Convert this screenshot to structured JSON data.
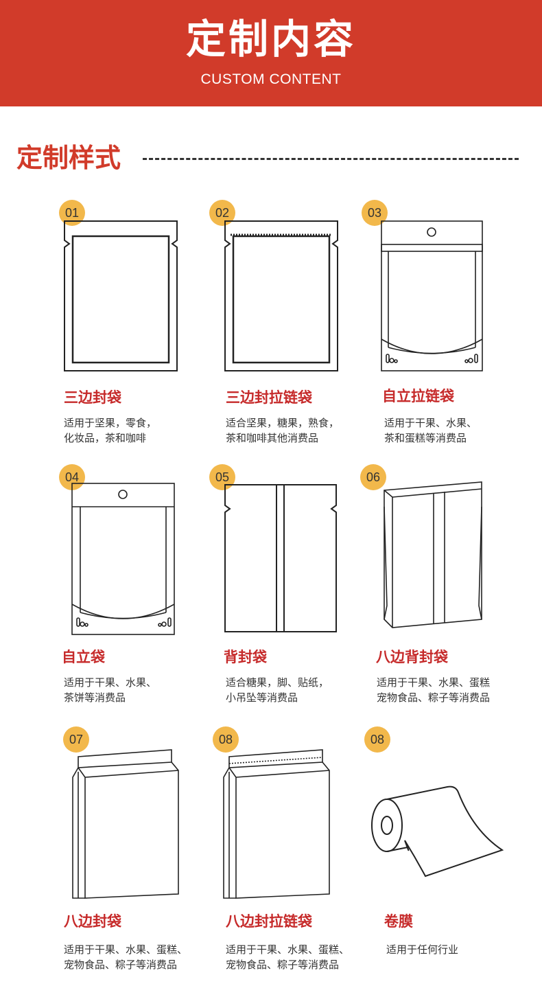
{
  "header": {
    "title": "定制内容",
    "subtitle": "CUSTOM CONTENT"
  },
  "section": {
    "title": "定制样式"
  },
  "colors": {
    "banner": "#d13b2a",
    "title_red": "#c62a2a",
    "badge": "#f2b84b"
  },
  "items": [
    {
      "num": "01",
      "name": "三边封袋",
      "desc": [
        "适用于坚果，零食，",
        "化妆品，茶和咖啡"
      ],
      "icon": "three-side-seal-bag-icon"
    },
    {
      "num": "02",
      "name": "三边封拉链袋",
      "desc": [
        "适合坚果，糖果，熟食，",
        "茶和咖啡其他消费品"
      ],
      "icon": "three-side-zipper-bag-icon"
    },
    {
      "num": "03",
      "name": "自立拉链袋",
      "desc": [
        "适用于干果、水果、",
        "茶和蛋糕等消费品"
      ],
      "icon": "stand-up-zipper-bag-icon"
    },
    {
      "num": "04",
      "name": "自立袋",
      "desc": [
        "适用于干果、水果、",
        "茶饼等消费品"
      ],
      "icon": "stand-up-bag-icon"
    },
    {
      "num": "05",
      "name": "背封袋",
      "desc": [
        "适合糖果，脚、贴纸，",
        "小吊坠等消费品"
      ],
      "icon": "back-seal-bag-icon"
    },
    {
      "num": "06",
      "name": "八边背封袋",
      "desc": [
        "适用于干果、水果、蛋糕",
        "宠物食品、粽子等消费品"
      ],
      "icon": "eight-side-back-seal-bag-icon"
    },
    {
      "num": "07",
      "name": "八边封袋",
      "desc": [
        "适用于干果、水果、蛋糕、",
        "宠物食品、粽子等消费品"
      ],
      "icon": "eight-side-seal-bag-icon"
    },
    {
      "num": "08",
      "name": "八边封拉链袋",
      "desc": [
        "适用于干果、水果、蛋糕、",
        "宠物食品、粽子等消费品"
      ],
      "icon": "eight-side-zipper-bag-icon"
    },
    {
      "num": "08",
      "name": "卷膜",
      "desc": [
        "适用于任何行业"
      ],
      "icon": "film-roll-icon"
    }
  ]
}
